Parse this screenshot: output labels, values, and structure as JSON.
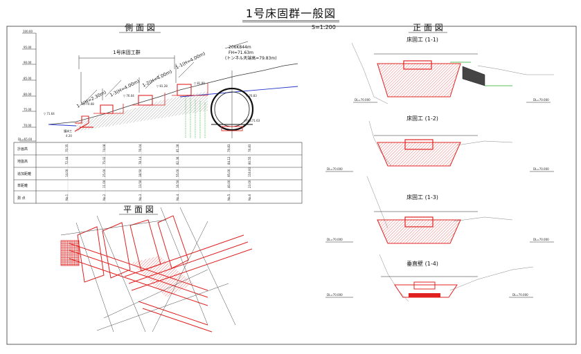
{
  "drawing": {
    "title": "1号床固群一般図",
    "scale": "S=1:200"
  },
  "side_view": {
    "title": "側 面 図",
    "elevation_labels": [
      "100.00",
      "95.00",
      "90.00",
      "85.00",
      "80.00",
      "75.00",
      "70.00",
      "DL=65.00"
    ],
    "group_label": "1号床固工群",
    "structure_labels": [
      "1-4(H=2.30m)",
      "1-3(H=4.00m)",
      "1-2(H=4.00m)",
      "1-1(H=4.00m)"
    ],
    "tunnel_labels": [
      "206K844m",
      "FH=71.63m",
      "(トンネル天端高=79.83m)"
    ],
    "water_levels": [
      "▽ 71.64",
      "▽ 74.08",
      "▽ 76.04",
      "▽ 81.28",
      "▽ 81.89",
      "▽ 76.83",
      "▽FH=71.63"
    ],
    "pile_label": "護床工",
    "pile_value": "4.20",
    "table_rows": [
      "計画高",
      "地盤高",
      "追加距離",
      "単距離",
      "測 点"
    ],
    "table_values": [
      [
        "70.35",
        "72.44",
        "14.00",
        "",
        "No.1"
      ],
      [
        "74.08",
        "75.02",
        "25.00",
        "11.00",
        "No.2"
      ],
      [
        "76.04",
        "78.14",
        "38.50",
        "13.50",
        "No.3"
      ],
      [
        "81.28",
        "82.36",
        "55.00",
        "16.50",
        "No.4"
      ],
      [
        "79.83",
        "84.12",
        "95.00",
        "40.00",
        "No.5"
      ],
      [
        "76.83",
        "80.55",
        "118.00",
        "23.00",
        "No.6"
      ]
    ]
  },
  "plan_view": {
    "title": "平 面 図"
  },
  "front_view": {
    "title": "正 面 図",
    "sections": [
      {
        "title": "床固工 (1-1)",
        "dl_left": "DL=70.000",
        "dl_right": "DL=70.000"
      },
      {
        "title": "床固工 (1-2)",
        "dl_left": "DL=70.000",
        "dl_right": "DL=70.000"
      },
      {
        "title": "床固工 (1-3)",
        "dl_left": "DL=70.000",
        "dl_right": "DL=70.000"
      },
      {
        "title": "垂直壁 (1-4)",
        "dl_left": "DL=70.000",
        "dl_right": "DL=70.000"
      }
    ]
  },
  "colors": {
    "accent": "#e0201f",
    "line": "#222222",
    "green": "#22aa22",
    "blue": "#3344cc",
    "hatch": "#555555"
  }
}
